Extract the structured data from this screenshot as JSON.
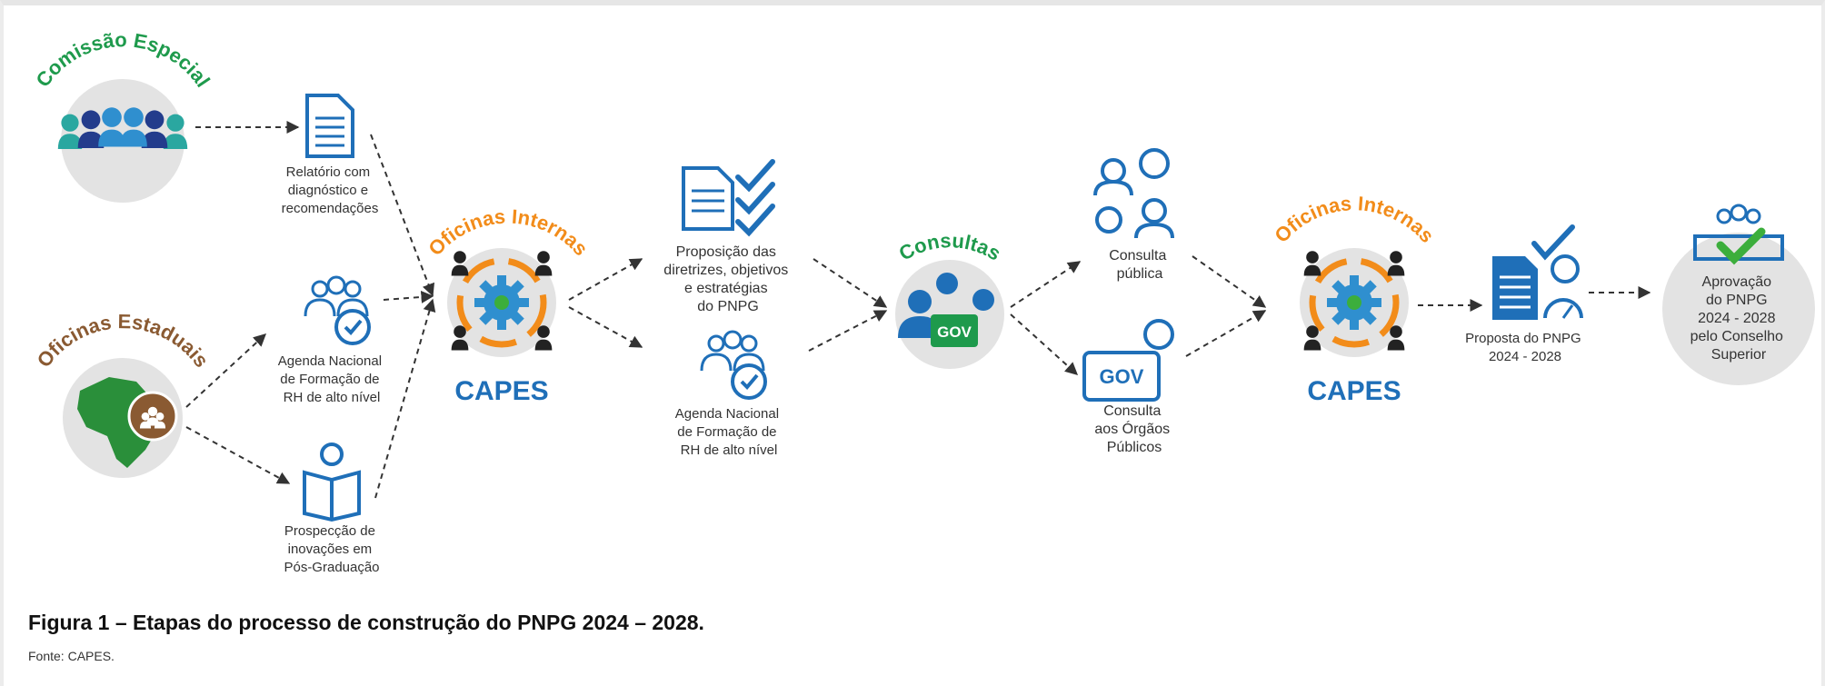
{
  "nodes": {
    "comissao": {
      "title": "Comissão Especial"
    },
    "oficinas_estaduais": {
      "title": "Oficinas Estaduais"
    },
    "relatorio": {
      "lines": [
        "Relatório com",
        "diagnóstico e",
        "recomendações"
      ]
    },
    "agenda1": {
      "lines": [
        "Agenda Nacional",
        "de  Formação de",
        "RH de alto nível"
      ]
    },
    "prospeccao": {
      "lines": [
        "Prospecção de",
        "inovações em",
        "Pós-Graduação"
      ]
    },
    "oficinas_internas": {
      "title": "Oficinas Internas"
    },
    "capes": "CAPES",
    "proposicao": {
      "lines": [
        "Proposição das",
        "diretrizes, objetivos",
        "e estratégias",
        "do PNPG"
      ]
    },
    "agenda2": {
      "lines": [
        "Agenda Nacional",
        "de  Formação de",
        "RH de alto nível"
      ]
    },
    "consultas": {
      "title": "Consultas"
    },
    "gov": "GOV",
    "consulta_publica": {
      "lines": [
        "Consulta",
        "pública"
      ]
    },
    "consulta_orgaos": {
      "lines": [
        "Consulta",
        "aos Órgãos",
        "Públicos"
      ]
    },
    "proposta": {
      "lines": [
        "Proposta do PNPG",
        "2024 - 2028"
      ]
    },
    "aprovacao": {
      "lines": [
        "Aprovação",
        "do PNPG",
        "2024 - 2028",
        "pelo Conselho",
        "Superior"
      ]
    }
  },
  "caption": "Figura 1 – Etapas do processo de construção do PNPG 2024 – 2028.",
  "source": "Fonte: CAPES."
}
